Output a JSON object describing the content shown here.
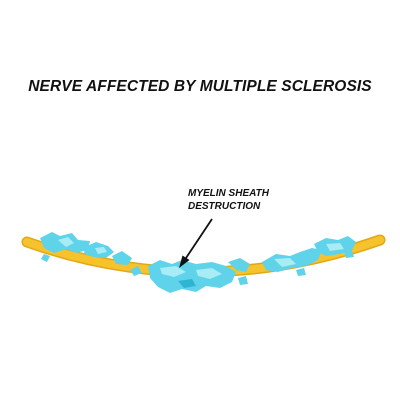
{
  "title": "NERVE AFFECTED BY MULTIPLE SCLEROSIS",
  "annotation": {
    "line1": "MYELIN SHEATH",
    "line2": "DESTRUCTION"
  },
  "colors": {
    "axon": "#f6c32d",
    "axon_edge": "#e2a814",
    "myelin": "#5fd3ea",
    "myelin_light": "#a8ecf6",
    "myelin_dark": "#2fb4d2",
    "text": "#111111"
  },
  "icons": {
    "pointer": "arrow-icon"
  }
}
